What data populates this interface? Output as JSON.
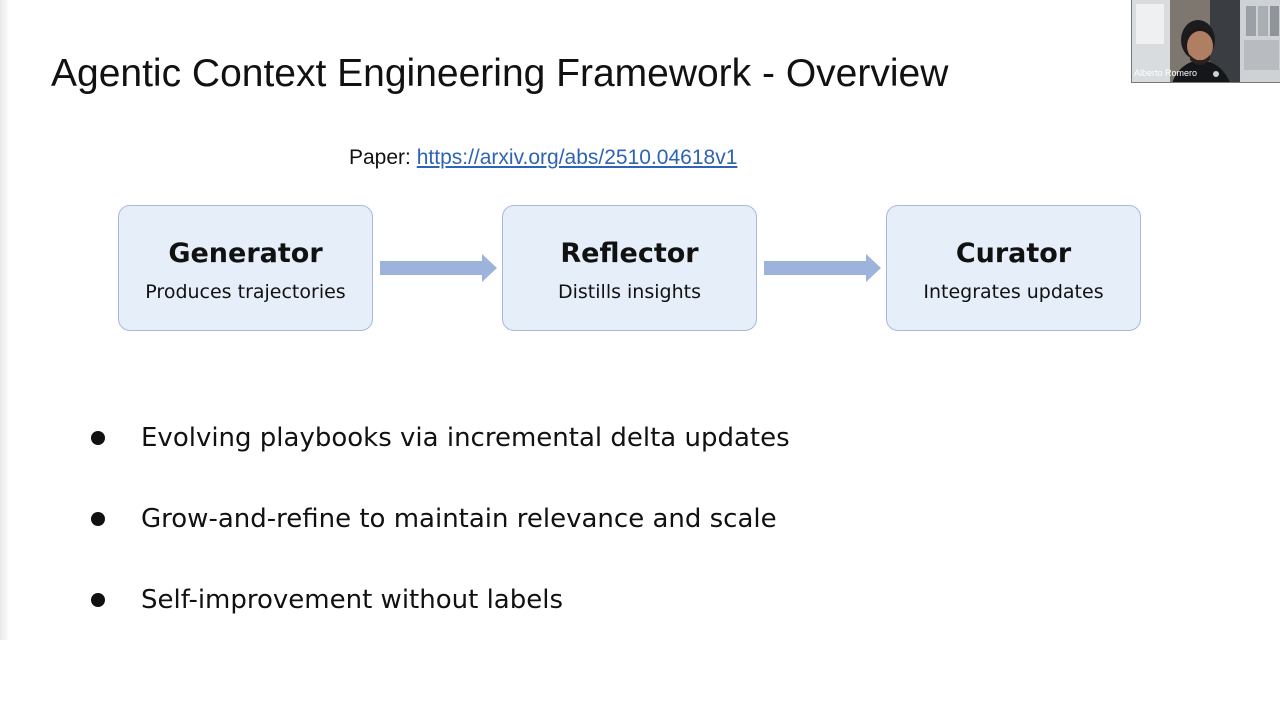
{
  "slide": {
    "title": "Agentic Context Engineering Framework - Overview",
    "paper_label": "Paper: ",
    "paper_link": "https://arxiv.org/abs/2510.04618v1"
  },
  "pipeline": [
    {
      "title": "Generator",
      "subtitle": "Produces trajectories"
    },
    {
      "title": "Reflector",
      "subtitle": "Distills insights"
    },
    {
      "title": "Curator",
      "subtitle": "Integrates updates"
    }
  ],
  "bullets": [
    "Evolving playbooks via incremental delta updates",
    "Grow-and-refine to maintain relevance and scale",
    "Self-improvement without labels"
  ],
  "video_call": {
    "participant_name": "Alberto Romero"
  },
  "colors": {
    "box_fill": "#e5eef9",
    "box_border": "#a7bad8",
    "arrow": "#9db3dc",
    "link": "#2e63b6"
  }
}
